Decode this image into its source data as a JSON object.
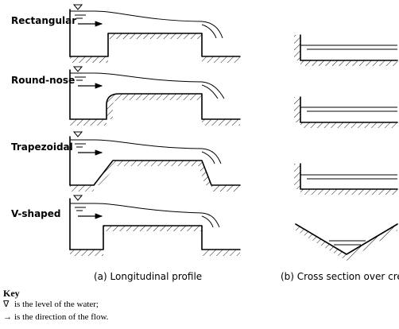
{
  "figure": {
    "weir_types": [
      {
        "name": "Rectangular"
      },
      {
        "name": "Round-nose"
      },
      {
        "name": "Trapezoidal"
      },
      {
        "name": "V-shaped"
      }
    ],
    "caption_longitudinal": "(a) Longitudinal profile",
    "caption_cross_section": "(b) Cross section over crest"
  },
  "key": {
    "title": "Key",
    "items": [
      {
        "symbol": "∇",
        "text": "is the level of the water;"
      },
      {
        "symbol": "→",
        "text": "is the direction of the flow."
      }
    ]
  }
}
